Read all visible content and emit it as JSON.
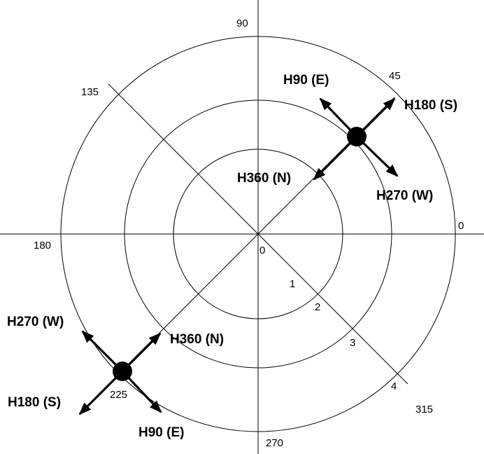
{
  "angle_labels": {
    "a0": "0",
    "a45": "45",
    "a90": "90",
    "a135": "135",
    "a180": "180",
    "a225": "225",
    "a270": "270",
    "a315": "315"
  },
  "radius_labels": {
    "r0": "0",
    "r1": "1",
    "r2": "2",
    "r3": "3",
    "r4": "4"
  },
  "vehicle_upper": {
    "north": "H360 (N)",
    "east": "H90 (E)",
    "south": "H180 (S)",
    "west": "H270 (W)"
  },
  "vehicle_lower": {
    "north": "H360 (N)",
    "east": "H90 (E)",
    "south": "H180 (S)",
    "west": "H270 (W)"
  },
  "colors": {
    "ink": "#000000",
    "background": "#ffffff"
  }
}
